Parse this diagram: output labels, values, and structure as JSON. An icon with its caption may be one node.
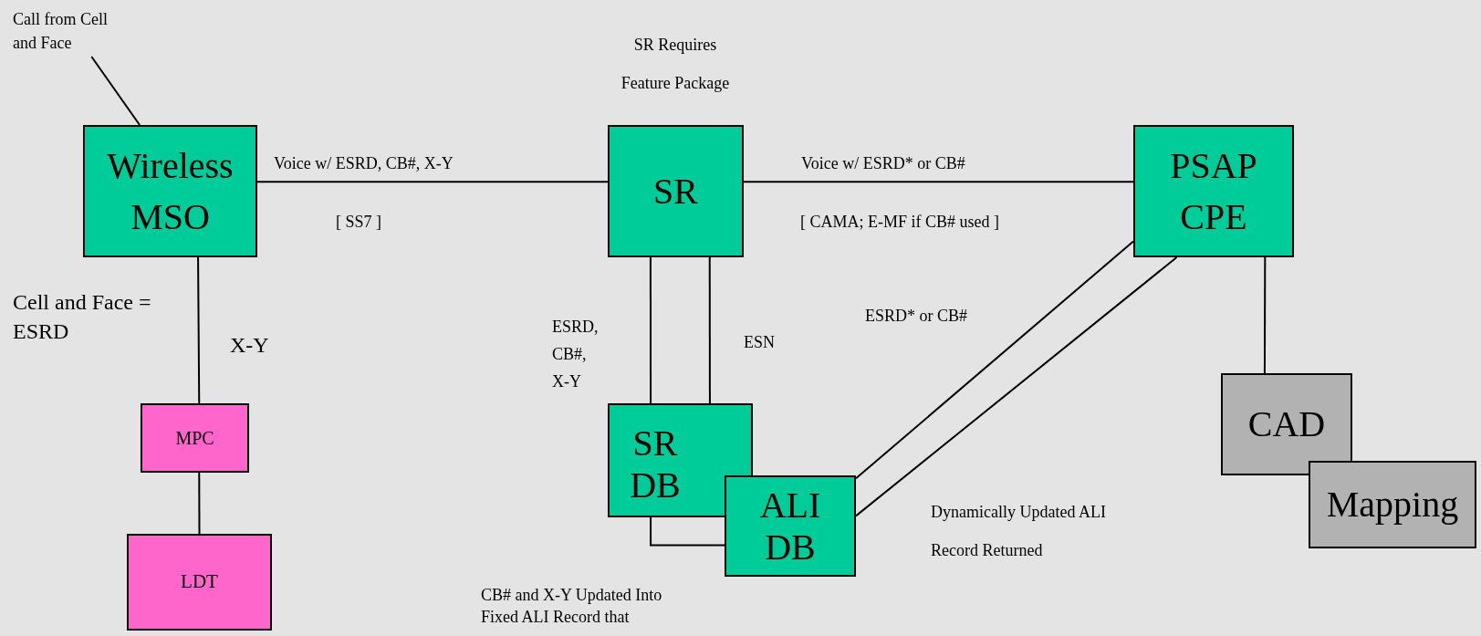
{
  "diagram": {
    "nodes": [
      {
        "text": [
          "Call from Cell and Face"
        ]
      },
      {
        "text": [
          "Wireless MSO"
        ]
      },
      {
        "text": [
          "SR"
        ],
        "beside": [
          "SR Requires Feature Package"
        ]
      },
      {
        "text": [
          "PSAP CPE"
        ]
      },
      {
        "text": [
          "MPC"
        ]
      },
      {
        "text": [
          "LDT"
        ]
      },
      {
        "text": [
          "SR DB"
        ]
      },
      {
        "text": [
          "ALI DB"
        ]
      },
      {
        "text": [
          "CAD"
        ]
      },
      {
        "text": [
          "Mapping"
        ]
      }
    ],
    "edges": [
      {
        "from": 0,
        "to": 1,
        "arrow": "none"
      },
      {
        "from": 1,
        "to": 2,
        "arrow": "none",
        "label": "Voice w/ ESRD, CB#, X-Y"
      },
      {
        "from": 2,
        "to": 3,
        "arrow": "none",
        "label": "Voice w/ ESRD* or CB#"
      },
      {
        "from": 1,
        "to": 4,
        "arrow": "none",
        "label": "X-Y"
      },
      {
        "from": 4,
        "to": 5,
        "arrow": "none"
      },
      {
        "from": 2,
        "to": 6,
        "arrow": "none",
        "label": "ESRD, CB#, X-Y"
      },
      {
        "from": 2,
        "to": 6,
        "arrow": "none",
        "label": "ESN"
      },
      {
        "from": 6,
        "to": 7,
        "arrow": "none"
      },
      {
        "from": 7,
        "to": 3,
        "arrow": "none",
        "label": "ESRD* or CB#"
      },
      {
        "from": 7,
        "to": 3,
        "arrow": "none"
      },
      {
        "from": 3,
        "to": 8,
        "arrow": "none"
      }
    ],
    "labels": [
      "[ SS7 ]",
      "[ CAMA; E-MF if CB# used ]",
      "Cell and Face = ESRD",
      "Dynamically Updated ALI Record Returned",
      "CB# and X-Y Updated Into Fixed ALI Record that"
    ]
  }
}
